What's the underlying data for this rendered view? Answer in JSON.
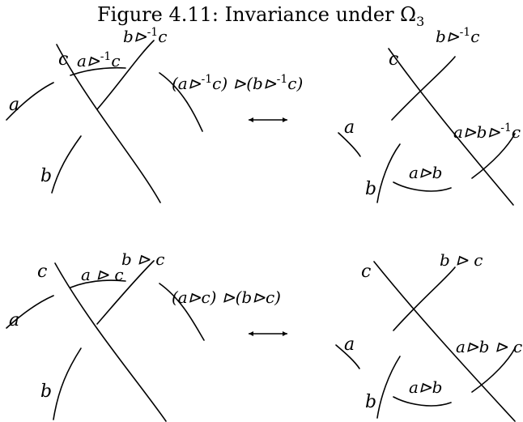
{
  "caption": "Figure 4.11: Invariance under Ω",
  "caption_sub": "3",
  "top": {
    "left": {
      "c": "c",
      "a": "a",
      "b": "b",
      "top_label": "b⊳",
      "top_label_sup": "-1",
      "top_label_end": "c",
      "arc_label": "a⊳",
      "arc_label_sup": "-1",
      "arc_label_end": "c",
      "right_label_1": "(a⊳",
      "right_label_sup1": "-1",
      "right_label_2": "c) ⊳(b⊳",
      "right_label_sup2": "-1",
      "right_label_3": "c)"
    },
    "right": {
      "c": "c",
      "a": "a",
      "b": "b",
      "top_label": "b⊳",
      "top_label_sup": "-1",
      "top_label_end": "c",
      "mid_label": "a⊳b⊳",
      "mid_label_sup": "-1",
      "mid_label_end": "c",
      "arc_label": "a⊳b"
    }
  },
  "bottom": {
    "left": {
      "c": "c",
      "a": "a",
      "b": "b",
      "top_label": "b ⊳ c",
      "arc_label": "a ⊳ c",
      "right_label": "(a⊳c) ⊳(b⊳c)"
    },
    "right": {
      "c": "c",
      "a": "a",
      "b": "b",
      "top_label": "b ⊳ c",
      "mid_label": "a⊳b ⊳ c",
      "arc_label": "a⊳b"
    }
  }
}
